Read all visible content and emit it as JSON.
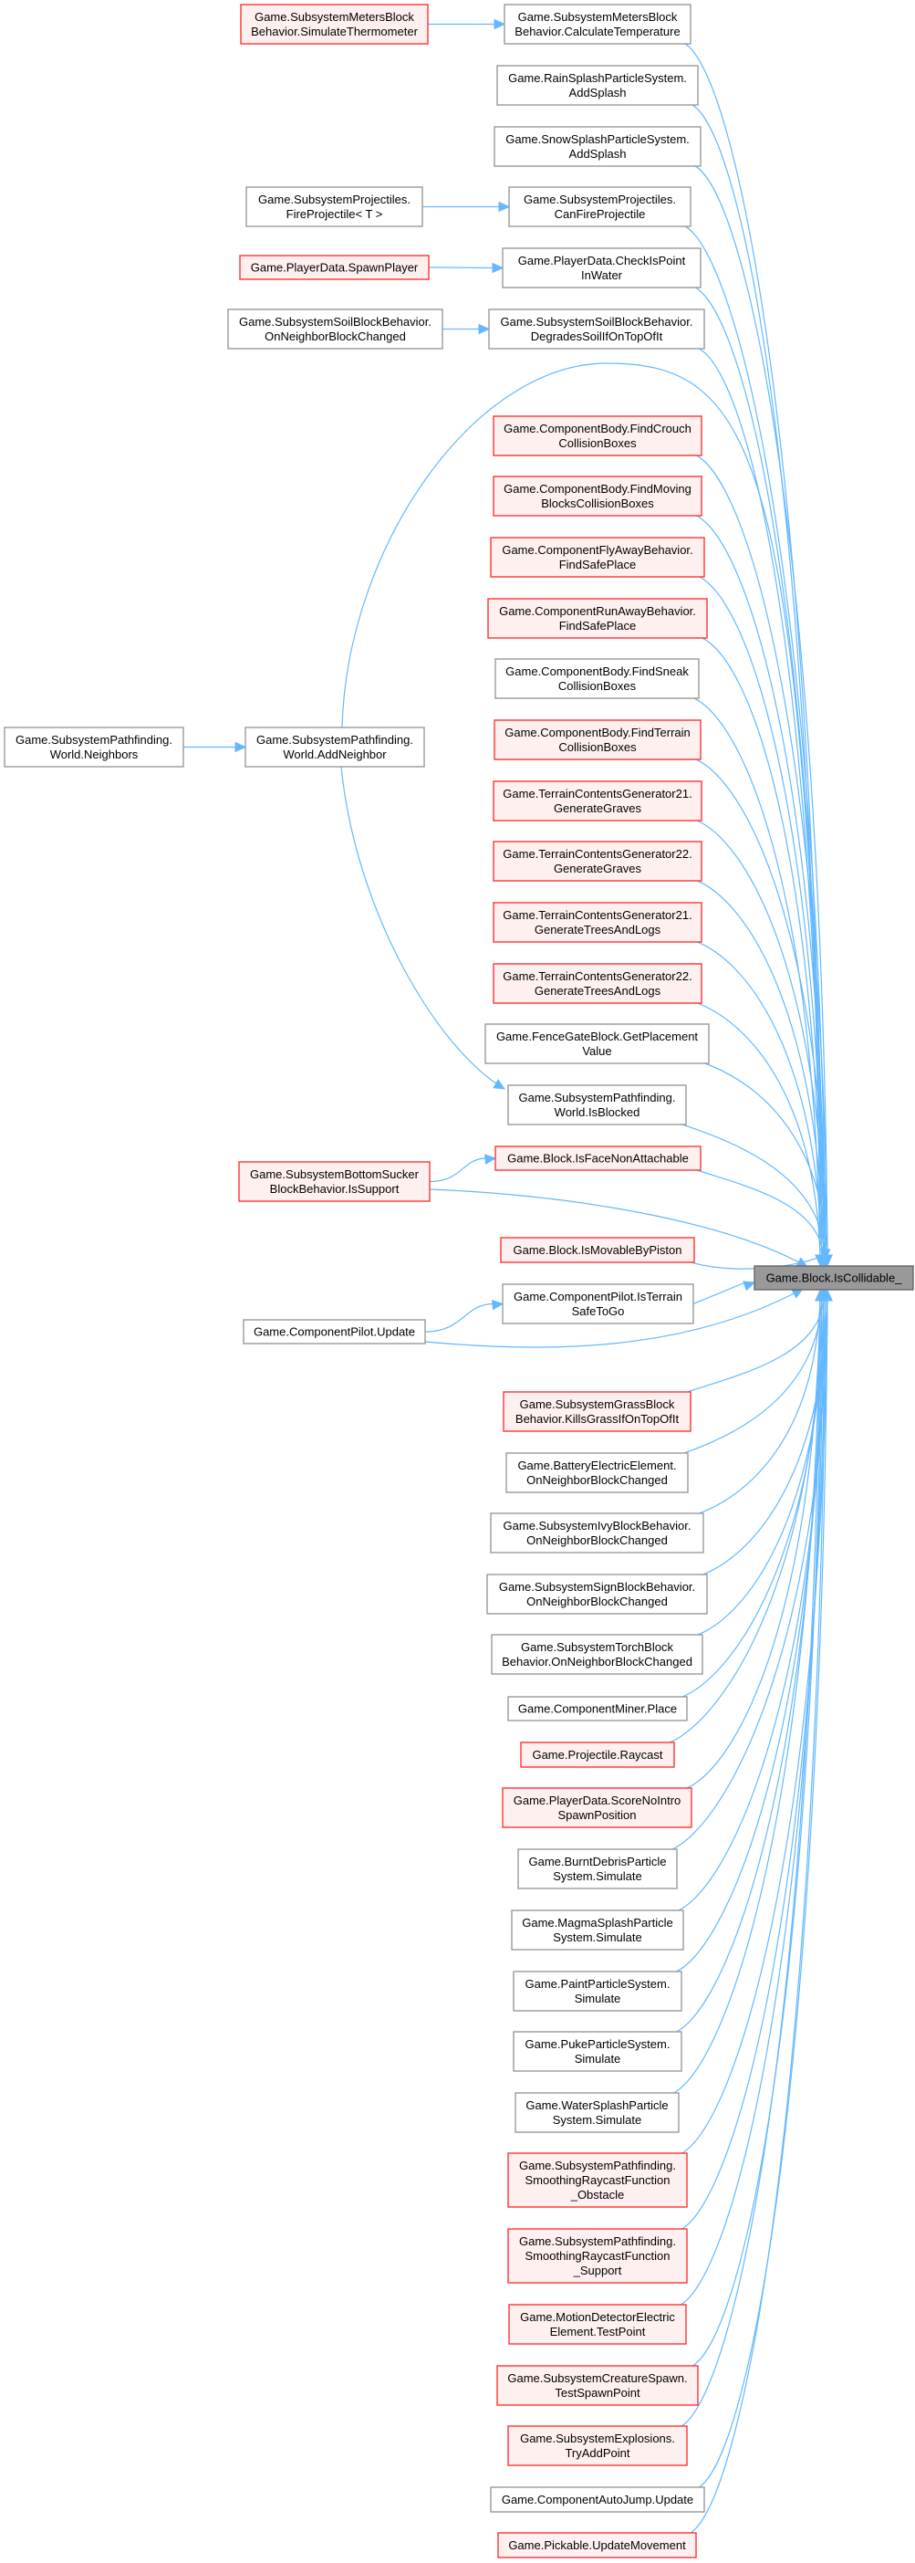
{
  "diagram": {
    "type": "call-graph",
    "focus_node": "n_iscollidable",
    "colors": {
      "edge": "#63b8ff",
      "node_border_normal": "#999999",
      "node_fill_normal": "#ffffff",
      "node_border_red": "#ff3333",
      "node_fill_red": "#fff0f0",
      "node_fill_focus": "#999999",
      "node_border_focus": "#666666"
    },
    "nodes": [
      {
        "id": "n_simthermo",
        "style": "red",
        "lines": [
          "Game.SubsystemMetersBlock",
          "Behavior.SimulateThermometer"
        ]
      },
      {
        "id": "n_calctemp",
        "style": "normal",
        "lines": [
          "Game.SubsystemMetersBlock",
          "Behavior.CalculateTemperature"
        ]
      },
      {
        "id": "n_rainsplash",
        "style": "normal",
        "lines": [
          "Game.RainSplashParticleSystem.",
          "AddSplash"
        ]
      },
      {
        "id": "n_snowsplash",
        "style": "normal",
        "lines": [
          "Game.SnowSplashParticleSystem.",
          "AddSplash"
        ]
      },
      {
        "id": "n_fireproj",
        "style": "normal",
        "lines": [
          "Game.SubsystemProjectiles.",
          "FireProjectile< T >"
        ]
      },
      {
        "id": "n_canfireproj",
        "style": "normal",
        "lines": [
          "Game.SubsystemProjectiles.",
          "CanFireProjectile"
        ]
      },
      {
        "id": "n_spawnplayer",
        "style": "red",
        "lines": [
          "Game.PlayerData.SpawnPlayer"
        ]
      },
      {
        "id": "n_checkwater",
        "style": "normal",
        "lines": [
          "Game.PlayerData.CheckIsPoint",
          "InWater"
        ]
      },
      {
        "id": "n_soilneighbor",
        "style": "normal",
        "lines": [
          "Game.SubsystemSoilBlockBehavior.",
          "OnNeighborBlockChanged"
        ]
      },
      {
        "id": "n_degradessoil",
        "style": "normal",
        "lines": [
          "Game.SubsystemSoilBlockBehavior.",
          "DegradesSoilIfOnTopOfIt"
        ]
      },
      {
        "id": "n_findcrouch",
        "style": "red",
        "lines": [
          "Game.ComponentBody.FindCrouch",
          "CollisionBoxes"
        ]
      },
      {
        "id": "n_findmoving",
        "style": "red",
        "lines": [
          "Game.ComponentBody.FindMoving",
          "BlocksCollisionBoxes"
        ]
      },
      {
        "id": "n_flyaway",
        "style": "red",
        "lines": [
          "Game.ComponentFlyAwayBehavior.",
          "FindSafePlace"
        ]
      },
      {
        "id": "n_runaway",
        "style": "red",
        "lines": [
          "Game.ComponentRunAwayBehavior.",
          "FindSafePlace"
        ]
      },
      {
        "id": "n_findsneak",
        "style": "normal",
        "lines": [
          "Game.ComponentBody.FindSneak",
          "CollisionBoxes"
        ]
      },
      {
        "id": "n_findterrain",
        "style": "red",
        "lines": [
          "Game.ComponentBody.FindTerrain",
          "CollisionBoxes"
        ]
      },
      {
        "id": "n_neighbors",
        "style": "normal",
        "lines": [
          "Game.SubsystemPathfinding.",
          "World.Neighbors"
        ]
      },
      {
        "id": "n_addneighbor",
        "style": "normal",
        "lines": [
          "Game.SubsystemPathfinding.",
          "World.AddNeighbor"
        ]
      },
      {
        "id": "n_tcg21graves",
        "style": "red",
        "lines": [
          "Game.TerrainContentsGenerator21.",
          "GenerateGraves"
        ]
      },
      {
        "id": "n_tcg22graves",
        "style": "red",
        "lines": [
          "Game.TerrainContentsGenerator22.",
          "GenerateGraves"
        ]
      },
      {
        "id": "n_tcg21trees",
        "style": "red",
        "lines": [
          "Game.TerrainContentsGenerator21.",
          "GenerateTreesAndLogs"
        ]
      },
      {
        "id": "n_tcg22trees",
        "style": "red",
        "lines": [
          "Game.TerrainContentsGenerator22.",
          "GenerateTreesAndLogs"
        ]
      },
      {
        "id": "n_fencegate",
        "style": "normal",
        "lines": [
          "Game.FenceGateBlock.GetPlacement",
          "Value"
        ]
      },
      {
        "id": "n_isblocked",
        "style": "normal",
        "lines": [
          "Game.SubsystemPathfinding.",
          "World.IsBlocked"
        ]
      },
      {
        "id": "n_issupport",
        "style": "red",
        "lines": [
          "Game.SubsystemBottomSucker",
          "BlockBehavior.IsSupport"
        ]
      },
      {
        "id": "n_isfacenon",
        "style": "red",
        "lines": [
          "Game.Block.IsFaceNonAttachable"
        ]
      },
      {
        "id": "n_ismovable",
        "style": "red",
        "lines": [
          "Game.Block.IsMovableByPiston"
        ]
      },
      {
        "id": "n_iscollidable",
        "style": "focus",
        "lines": [
          "Game.Block.IsCollidable_"
        ]
      },
      {
        "id": "n_isterrainsafe",
        "style": "normal",
        "lines": [
          "Game.ComponentPilot.IsTerrain",
          "SafeToGo"
        ]
      },
      {
        "id": "n_pilotupdate",
        "style": "normal",
        "lines": [
          "Game.ComponentPilot.Update"
        ]
      },
      {
        "id": "n_killsgrass",
        "style": "red",
        "lines": [
          "Game.SubsystemGrassBlock",
          "Behavior.KillsGrassIfOnTopOfIt"
        ]
      },
      {
        "id": "n_battery",
        "style": "normal",
        "lines": [
          "Game.BatteryElectricElement.",
          "OnNeighborBlockChanged"
        ]
      },
      {
        "id": "n_ivy",
        "style": "normal",
        "lines": [
          "Game.SubsystemIvyBlockBehavior.",
          "OnNeighborBlockChanged"
        ]
      },
      {
        "id": "n_sign",
        "style": "normal",
        "lines": [
          "Game.SubsystemSignBlockBehavior.",
          "OnNeighborBlockChanged"
        ]
      },
      {
        "id": "n_torch",
        "style": "normal",
        "lines": [
          "Game.SubsystemTorchBlock",
          "Behavior.OnNeighborBlockChanged"
        ]
      },
      {
        "id": "n_minerplace",
        "style": "normal",
        "lines": [
          "Game.ComponentMiner.Place"
        ]
      },
      {
        "id": "n_raycast",
        "style": "red",
        "lines": [
          "Game.Projectile.Raycast"
        ]
      },
      {
        "id": "n_scorenointro",
        "style": "red",
        "lines": [
          "Game.PlayerData.ScoreNoIntro",
          "SpawnPosition"
        ]
      },
      {
        "id": "n_burntdebris",
        "style": "normal",
        "lines": [
          "Game.BurntDebrisParticle",
          "System.Simulate"
        ]
      },
      {
        "id": "n_magma",
        "style": "normal",
        "lines": [
          "Game.MagmaSplashParticle",
          "System.Simulate"
        ]
      },
      {
        "id": "n_paint",
        "style": "normal",
        "lines": [
          "Game.PaintParticleSystem.",
          "Simulate"
        ]
      },
      {
        "id": "n_puke",
        "style": "normal",
        "lines": [
          "Game.PukeParticleSystem.",
          "Simulate"
        ]
      },
      {
        "id": "n_watersplash",
        "style": "normal",
        "lines": [
          "Game.WaterSplashParticle",
          "System.Simulate"
        ]
      },
      {
        "id": "n_smoothobst",
        "style": "red",
        "lines": [
          "Game.SubsystemPathfinding.",
          "SmoothingRaycastFunction",
          "_Obstacle"
        ]
      },
      {
        "id": "n_smoothsupp",
        "style": "red",
        "lines": [
          "Game.SubsystemPathfinding.",
          "SmoothingRaycastFunction",
          "_Support"
        ]
      },
      {
        "id": "n_motiondetector",
        "style": "red",
        "lines": [
          "Game.MotionDetectorElectric",
          "Element.TestPoint"
        ]
      },
      {
        "id": "n_creaturespawn",
        "style": "red",
        "lines": [
          "Game.SubsystemCreatureSpawn.",
          "TestSpawnPoint"
        ]
      },
      {
        "id": "n_explosions",
        "style": "red",
        "lines": [
          "Game.SubsystemExplosions.",
          "TryAddPoint"
        ]
      },
      {
        "id": "n_autojump",
        "style": "normal",
        "lines": [
          "Game.ComponentAutoJump.Update"
        ]
      },
      {
        "id": "n_pickable",
        "style": "red",
        "lines": [
          "Game.Pickable.UpdateMovement"
        ]
      }
    ],
    "edges": [
      {
        "from": "n_simthermo",
        "to": "n_calctemp"
      },
      {
        "from": "n_fireproj",
        "to": "n_canfireproj"
      },
      {
        "from": "n_spawnplayer",
        "to": "n_checkwater"
      },
      {
        "from": "n_soilneighbor",
        "to": "n_degradessoil"
      },
      {
        "from": "n_neighbors",
        "to": "n_addneighbor"
      },
      {
        "from": "n_addneighbor",
        "to": "n_isblocked"
      },
      {
        "from": "n_issupport",
        "to": "n_isfacenon"
      },
      {
        "from": "n_pilotupdate",
        "to": "n_isterrainsafe"
      },
      {
        "from": "n_calctemp",
        "to": "n_iscollidable"
      },
      {
        "from": "n_rainsplash",
        "to": "n_iscollidable"
      },
      {
        "from": "n_snowsplash",
        "to": "n_iscollidable"
      },
      {
        "from": "n_canfireproj",
        "to": "n_iscollidable"
      },
      {
        "from": "n_checkwater",
        "to": "n_iscollidable"
      },
      {
        "from": "n_degradessoil",
        "to": "n_iscollidable"
      },
      {
        "from": "n_addneighbor",
        "to": "n_iscollidable"
      },
      {
        "from": "n_findcrouch",
        "to": "n_iscollidable"
      },
      {
        "from": "n_findmoving",
        "to": "n_iscollidable"
      },
      {
        "from": "n_flyaway",
        "to": "n_iscollidable"
      },
      {
        "from": "n_runaway",
        "to": "n_iscollidable"
      },
      {
        "from": "n_findsneak",
        "to": "n_iscollidable"
      },
      {
        "from": "n_findterrain",
        "to": "n_iscollidable"
      },
      {
        "from": "n_tcg21graves",
        "to": "n_iscollidable"
      },
      {
        "from": "n_tcg22graves",
        "to": "n_iscollidable"
      },
      {
        "from": "n_tcg21trees",
        "to": "n_iscollidable"
      },
      {
        "from": "n_tcg22trees",
        "to": "n_iscollidable"
      },
      {
        "from": "n_fencegate",
        "to": "n_iscollidable"
      },
      {
        "from": "n_isblocked",
        "to": "n_iscollidable"
      },
      {
        "from": "n_isfacenon",
        "to": "n_iscollidable"
      },
      {
        "from": "n_issupport",
        "to": "n_iscollidable"
      },
      {
        "from": "n_ismovable",
        "to": "n_iscollidable"
      },
      {
        "from": "n_isterrainsafe",
        "to": "n_iscollidable"
      },
      {
        "from": "n_pilotupdate",
        "to": "n_iscollidable"
      },
      {
        "from": "n_killsgrass",
        "to": "n_iscollidable"
      },
      {
        "from": "n_battery",
        "to": "n_iscollidable"
      },
      {
        "from": "n_ivy",
        "to": "n_iscollidable"
      },
      {
        "from": "n_sign",
        "to": "n_iscollidable"
      },
      {
        "from": "n_torch",
        "to": "n_iscollidable"
      },
      {
        "from": "n_minerplace",
        "to": "n_iscollidable"
      },
      {
        "from": "n_raycast",
        "to": "n_iscollidable"
      },
      {
        "from": "n_scorenointro",
        "to": "n_iscollidable"
      },
      {
        "from": "n_burntdebris",
        "to": "n_iscollidable"
      },
      {
        "from": "n_magma",
        "to": "n_iscollidable"
      },
      {
        "from": "n_paint",
        "to": "n_iscollidable"
      },
      {
        "from": "n_puke",
        "to": "n_iscollidable"
      },
      {
        "from": "n_watersplash",
        "to": "n_iscollidable"
      },
      {
        "from": "n_smoothobst",
        "to": "n_iscollidable"
      },
      {
        "from": "n_smoothsupp",
        "to": "n_iscollidable"
      },
      {
        "from": "n_motiondetector",
        "to": "n_iscollidable"
      },
      {
        "from": "n_creaturespawn",
        "to": "n_iscollidable"
      },
      {
        "from": "n_explosions",
        "to": "n_iscollidable"
      },
      {
        "from": "n_autojump",
        "to": "n_iscollidable"
      },
      {
        "from": "n_pickable",
        "to": "n_iscollidable"
      }
    ]
  }
}
